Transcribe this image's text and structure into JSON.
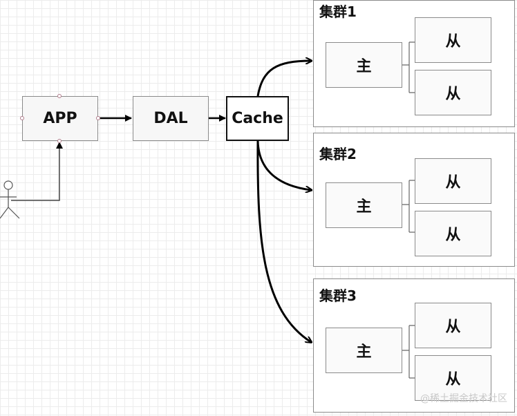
{
  "nodes": {
    "app": "APP",
    "dal": "DAL",
    "cache": "Cache"
  },
  "clusters": [
    {
      "title": "集群1",
      "master": "主",
      "slaves": [
        "从",
        "从"
      ]
    },
    {
      "title": "集群2",
      "master": "主",
      "slaves": [
        "从",
        "从"
      ]
    },
    {
      "title": "集群3",
      "master": "主",
      "slaves": [
        "从",
        "从"
      ]
    }
  ],
  "watermark": "@稀土掘金技术社区",
  "actor_icon": "stick-figure-user-icon"
}
